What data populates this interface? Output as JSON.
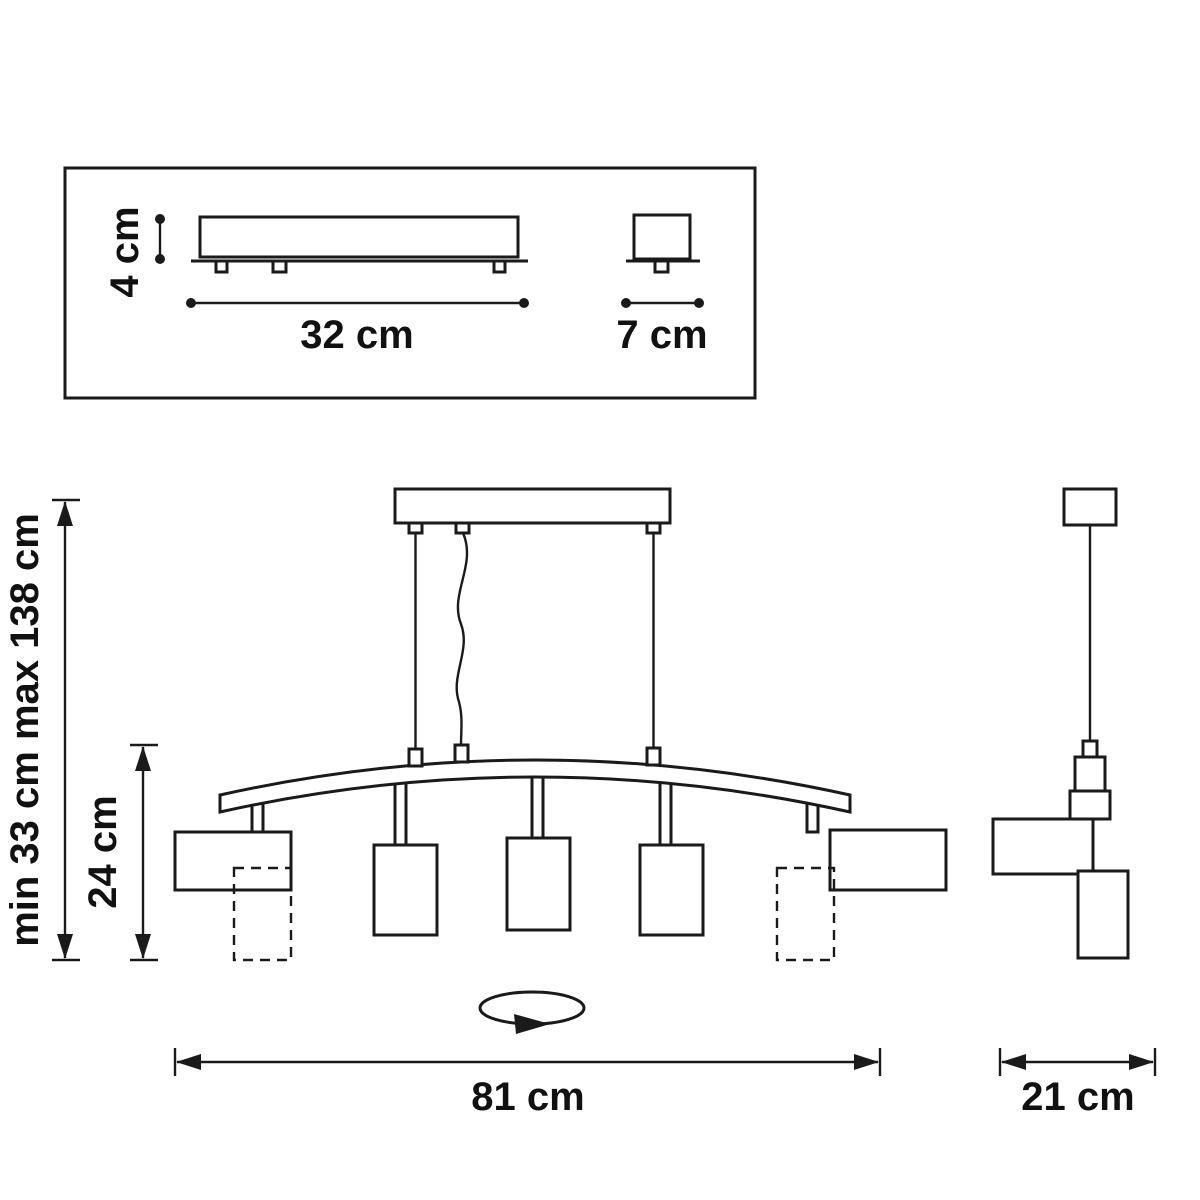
{
  "drawing": {
    "detail_panel": {
      "height_label": "4 cm",
      "length_label": "32 cm",
      "width_label": "7 cm"
    },
    "front_view": {
      "overall_height_label": "min 33 cm max 138 cm",
      "body_height_label": "24 cm",
      "width_label": "81 cm"
    },
    "side_view": {
      "depth_label": "21 cm"
    },
    "colors": {
      "line": "#1a1a1a",
      "background": "#ffffff"
    }
  }
}
